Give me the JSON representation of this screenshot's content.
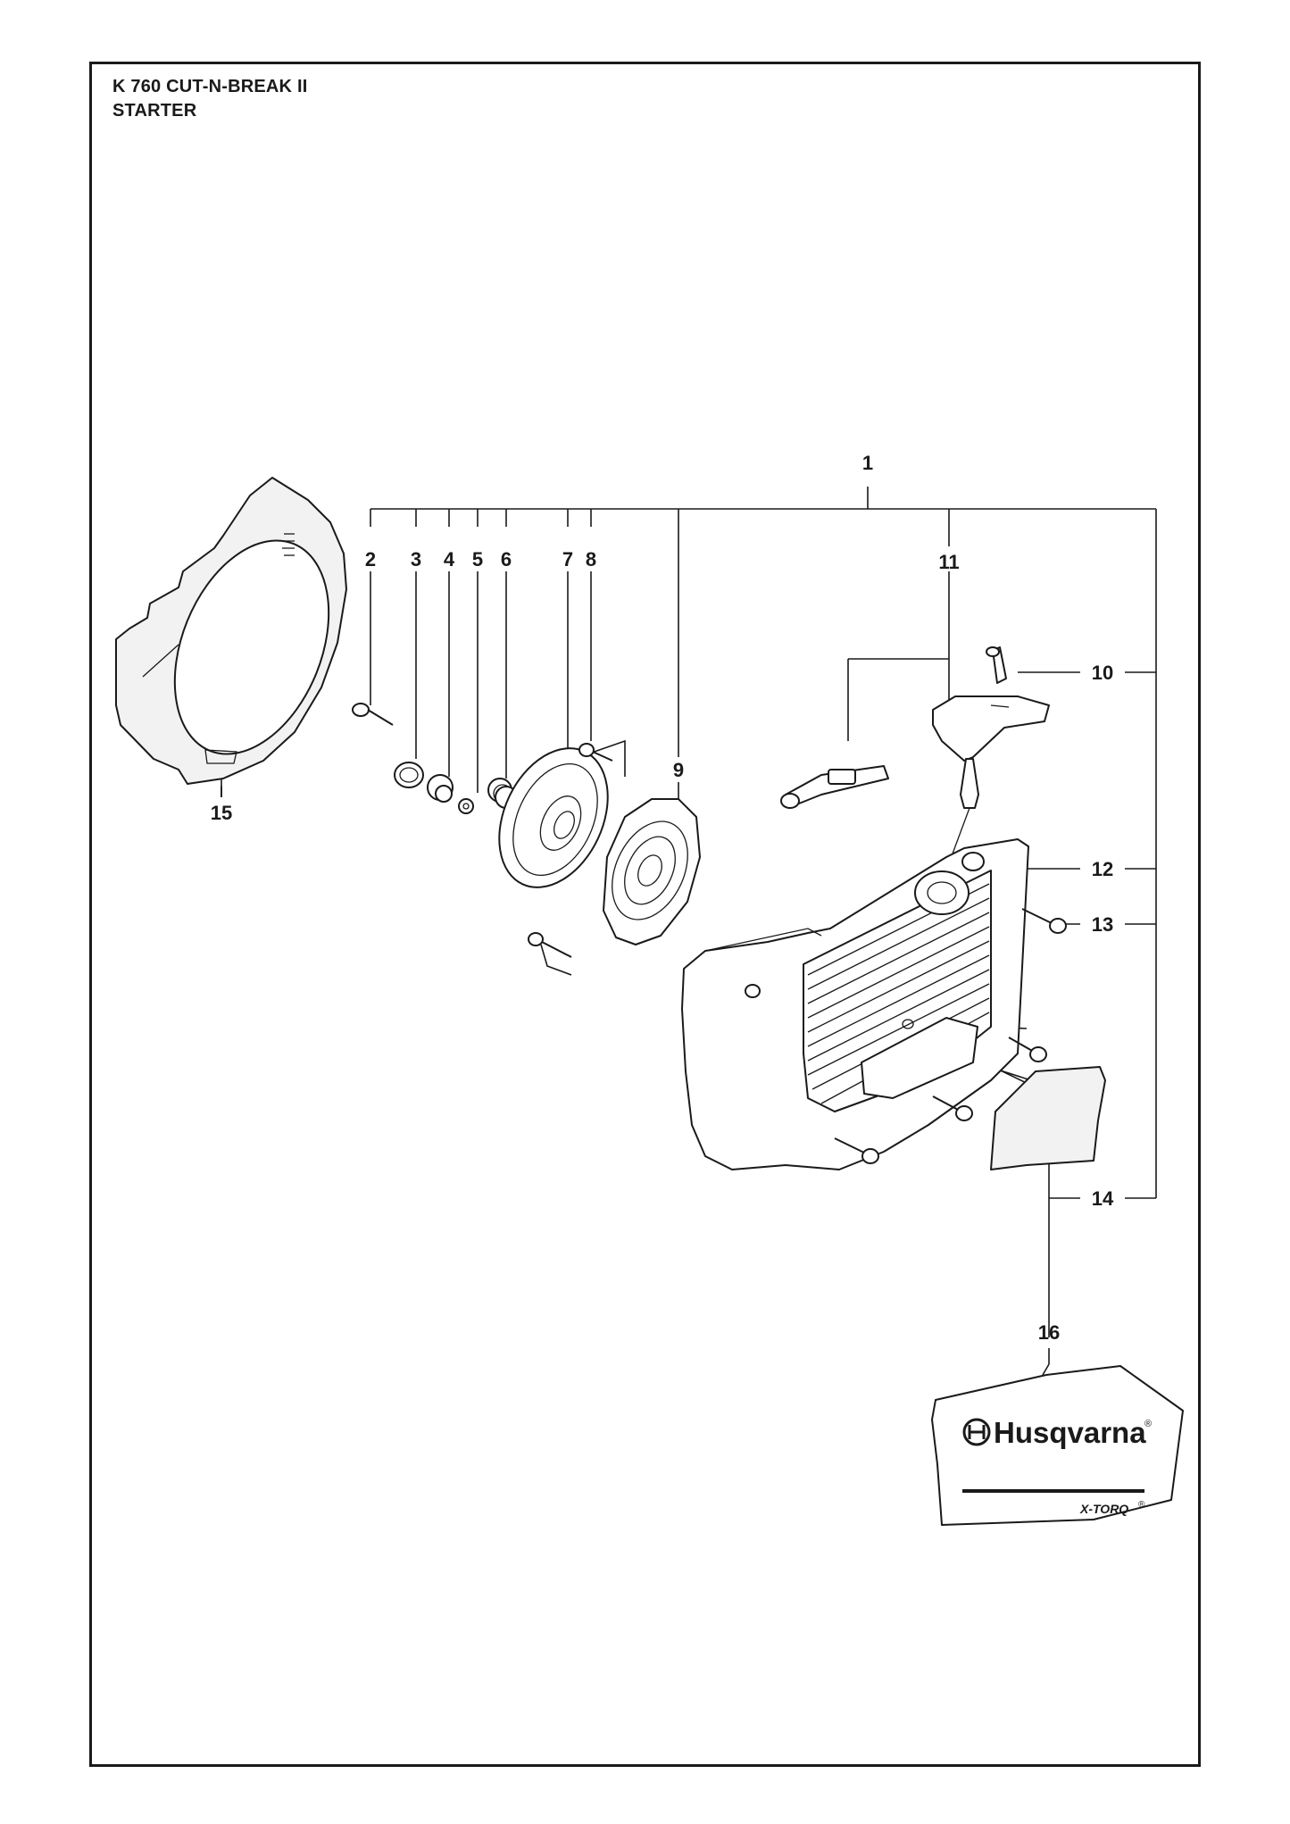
{
  "header": {
    "model": "K 760 CUT-N-BREAK II",
    "section": "STARTER"
  },
  "callouts": [
    "1",
    "2",
    "3",
    "4",
    "5",
    "6",
    "7",
    "8",
    "9",
    "10",
    "11",
    "12",
    "13",
    "14",
    "15",
    "16"
  ],
  "decal": {
    "brand": "Husqvarna",
    "registered_mark": "®",
    "sub_brand": "X-TORQ",
    "sub_mark": "®"
  }
}
